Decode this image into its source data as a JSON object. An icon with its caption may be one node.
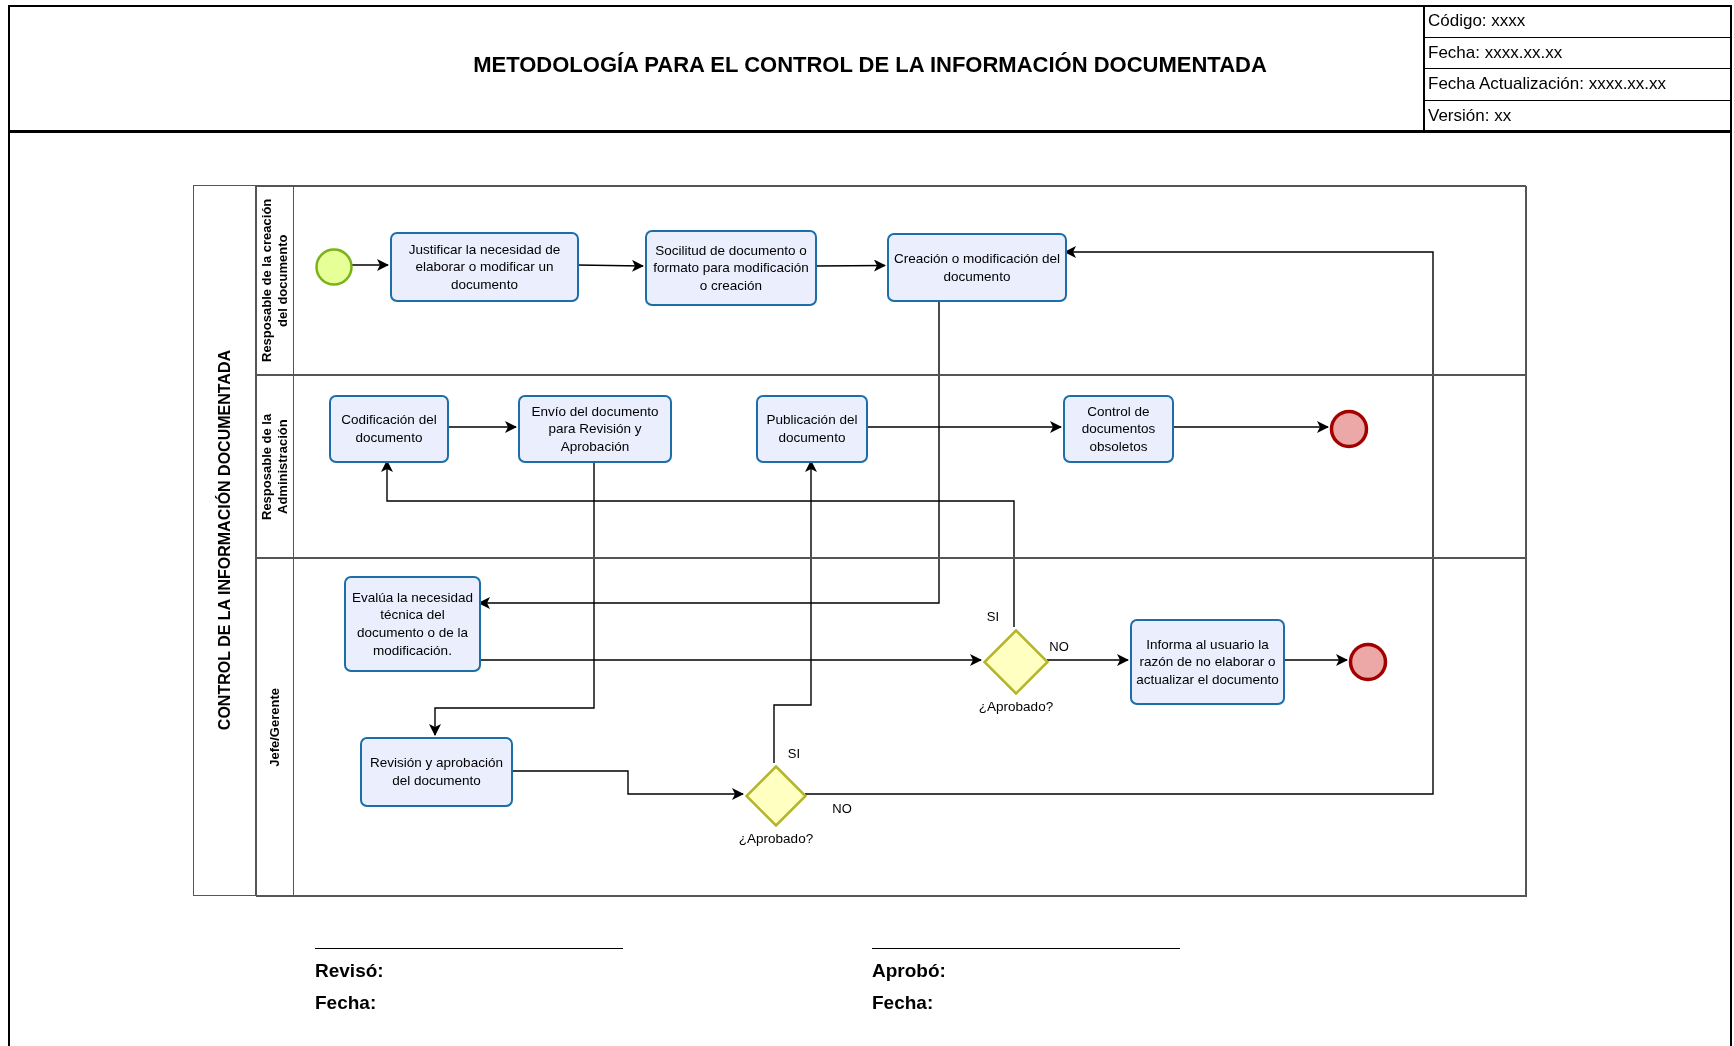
{
  "diagram": {
    "title": "METODOLOGÍA PARA EL CONTROL DE LA INFORMACIÓN DOCUMENTADA",
    "nodes": [
      {
        "text": [
          "CONTROL DE LA INFORMACIÓN DOCUMENTADA"
        ]
      },
      {
        "text": [
          "Resposable de la creación del documento"
        ],
        "in": 0
      },
      {
        "text": [
          "Resposable de la Administración"
        ],
        "in": 0
      },
      {
        "text": [
          "Jefe/Gerente"
        ],
        "in": 0
      },
      {
        "text": [],
        "shape": "circle",
        "in": 1
      },
      {
        "text": [
          "Justificar la necesidad de elaborar o modificar un documento"
        ],
        "in": 1
      },
      {
        "text": [
          "Socilitud de documento o formato para modificación o creación"
        ],
        "in": 1
      },
      {
        "text": [
          "Creación o modificación del documento"
        ],
        "in": 1
      },
      {
        "text": [
          "Codificación del documento"
        ],
        "in": 2
      },
      {
        "text": [
          "Envío del documento para Revisión y Aprobación"
        ],
        "in": 2
      },
      {
        "text": [
          "Publicación del documento"
        ],
        "in": 2
      },
      {
        "text": [
          "Control de documentos obsoletos"
        ],
        "in": 2
      },
      {
        "text": [],
        "shape": "circle",
        "in": 2
      },
      {
        "text": [
          "Evalúa la necesidad técnica del documento o de la modificación."
        ],
        "in": 3
      },
      {
        "text": [],
        "shape": "diamond",
        "in": 3,
        "beside": [
          "¿Aprobado?"
        ]
      },
      {
        "text": [
          "Informa al usuario la razón de no elaborar o actualizar el documento"
        ],
        "in": 3
      },
      {
        "text": [],
        "shape": "circle",
        "in": 3
      },
      {
        "text": [
          "Revisión y aprobación del documento"
        ],
        "in": 3
      },
      {
        "text": [],
        "shape": "diamond",
        "in": 3,
        "beside": [
          "¿Aprobado?"
        ]
      }
    ],
    "edges": [
      {
        "from": 4,
        "to": 5,
        "arrow": "to"
      },
      {
        "from": 5,
        "to": 6,
        "arrow": "to"
      },
      {
        "from": 6,
        "to": 7,
        "arrow": "to"
      },
      {
        "from": 7,
        "to": 13,
        "arrow": "to"
      },
      {
        "from": 13,
        "to": 14,
        "arrow": "to"
      },
      {
        "from": 14,
        "to": 8,
        "arrow": "to",
        "label": "SI"
      },
      {
        "from": 14,
        "to": 15,
        "arrow": "to",
        "label": "NO"
      },
      {
        "from": 15,
        "to": 16,
        "arrow": "to"
      },
      {
        "from": 8,
        "to": 9,
        "arrow": "to"
      },
      {
        "from": 9,
        "to": 17,
        "arrow": "to"
      },
      {
        "from": 17,
        "to": 18,
        "arrow": "to"
      },
      {
        "from": 18,
        "to": 10,
        "arrow": "to",
        "label": "SI"
      },
      {
        "from": 18,
        "to": 7,
        "arrow": "to",
        "label": "NO"
      },
      {
        "from": 10,
        "to": 11,
        "arrow": "to"
      },
      {
        "from": 11,
        "to": 12,
        "arrow": "to"
      }
    ],
    "labels": [
      "Código: xxxx",
      "Fecha: xxxx.xx.xx",
      "Fecha Actualización: xxxx.xx.xx",
      "Versión: xx",
      "Revisó:",
      "Aprobó:",
      "Fecha:",
      "Fecha:"
    ]
  }
}
